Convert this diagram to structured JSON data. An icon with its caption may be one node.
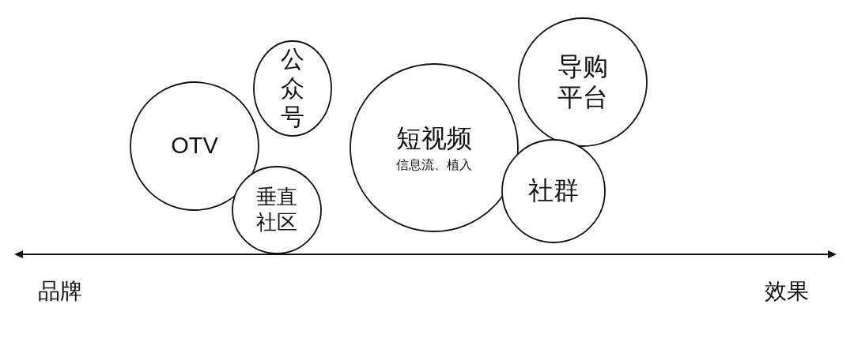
{
  "diagram": {
    "nodes": [
      {
        "text": [
          "OTV"
        ]
      },
      {
        "text": [
          "公众号"
        ]
      },
      {
        "text": [
          "垂直社区"
        ]
      },
      {
        "text": [
          "短视频",
          "信息流、植入"
        ]
      },
      {
        "text": [
          "导购平台"
        ]
      },
      {
        "text": [
          "社群"
        ]
      }
    ],
    "edges": [],
    "labels": [
      "品牌",
      "效果"
    ]
  }
}
